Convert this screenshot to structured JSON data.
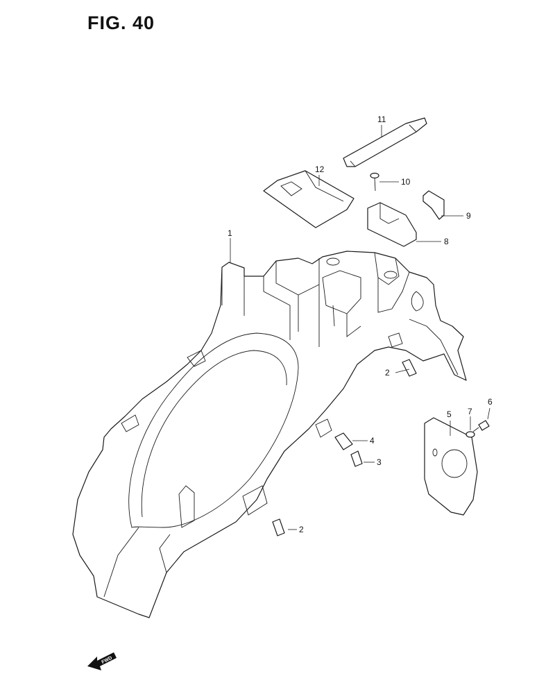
{
  "figure": {
    "title": "FIG. 40"
  },
  "callouts": [
    "1",
    "2",
    "2",
    "3",
    "4",
    "5",
    "6",
    "7",
    "8",
    "9",
    "10",
    "11",
    "12"
  ],
  "fwd_label": "FWD"
}
